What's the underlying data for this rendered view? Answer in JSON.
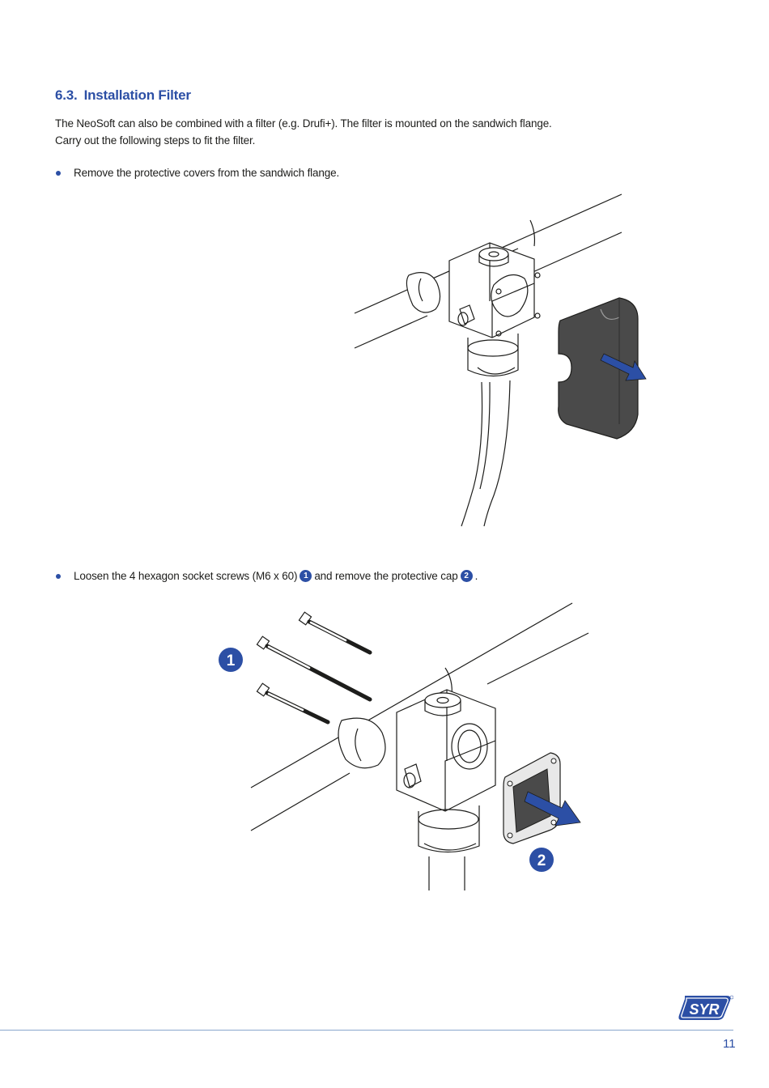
{
  "section": {
    "number": "6.3.",
    "title": "Installation Filter",
    "intro_line1": "The NeoSoft can also be combined with a filter (e.g. Drufi+). The filter is mounted on the sandwich flange.",
    "intro_line2": "Carry out the following steps to fit the filter."
  },
  "steps": [
    {
      "text": "Remove the protective covers from the sandwich flange."
    },
    {
      "text_a": "Loosen the 4 hexagon socket screws (M6 x 60)",
      "badge_a": "1",
      "text_b": "and remove the protective cap",
      "badge_b": "2",
      "text_c": "."
    }
  ],
  "figure2": {
    "callout_1": "1",
    "callout_2": "2"
  },
  "footer": {
    "logo_text": "SYR",
    "page_number": "11"
  },
  "colors": {
    "accent": "#2c4fa5",
    "cover_dark": "#4a4a4a"
  }
}
